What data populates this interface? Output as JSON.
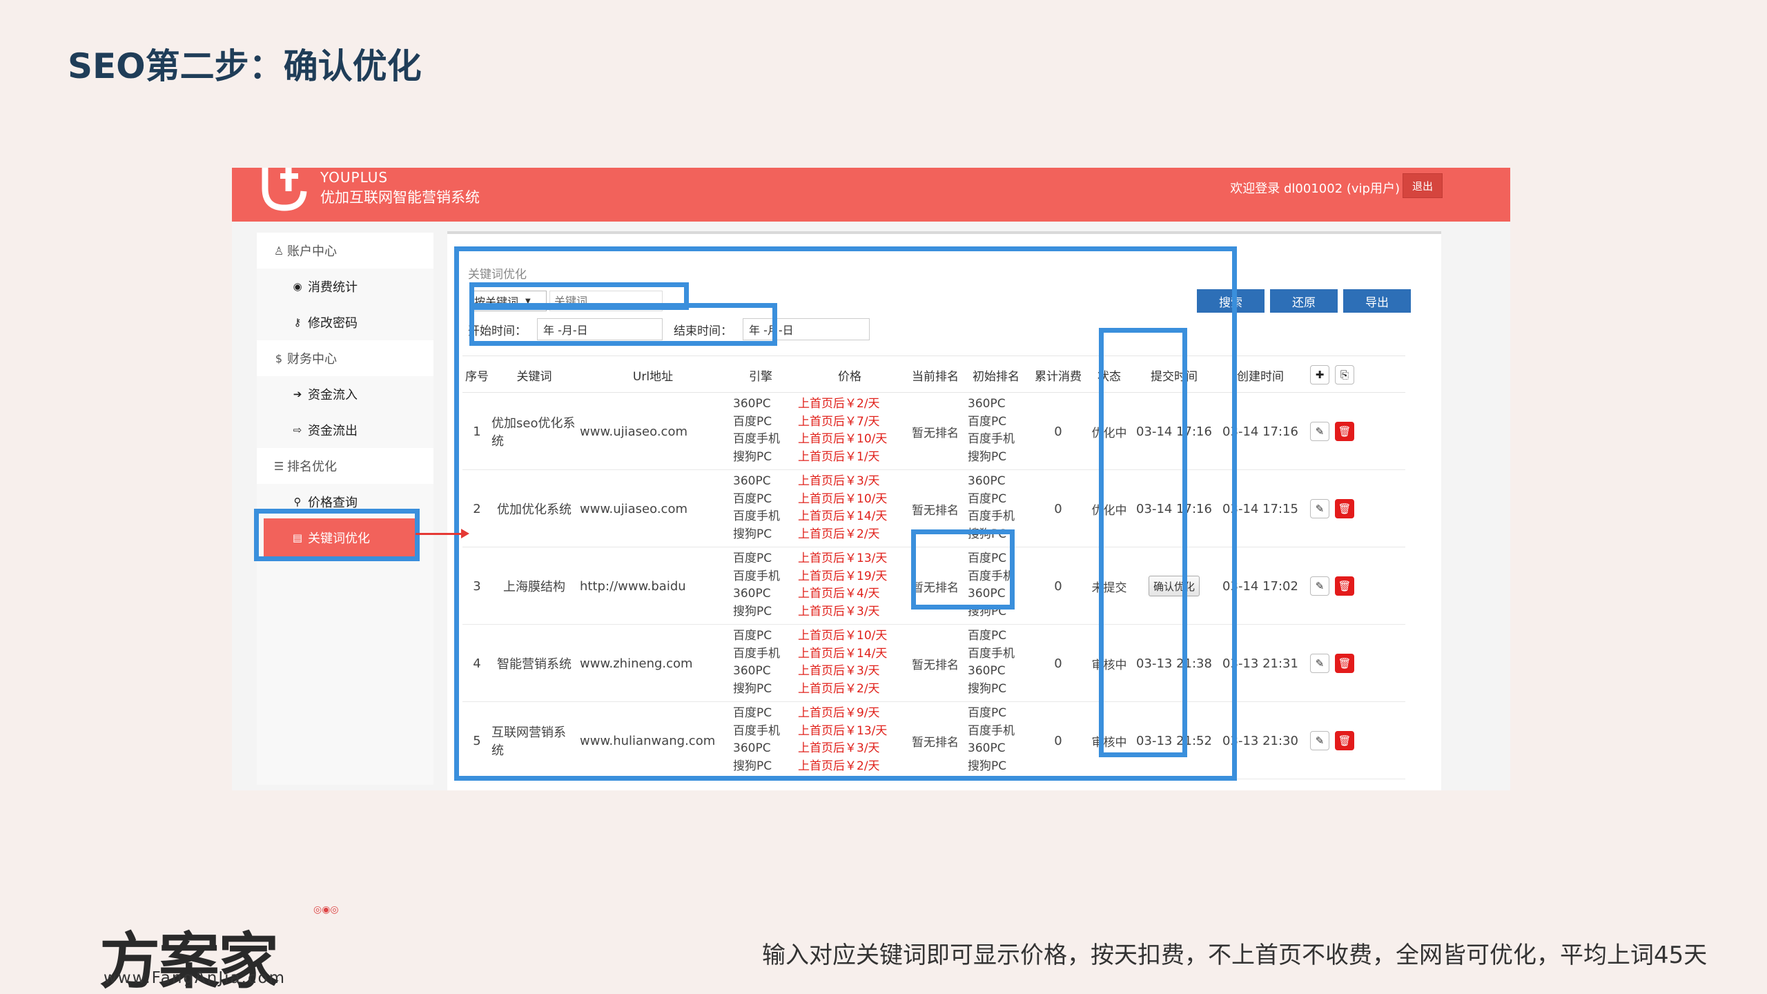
{
  "slide": {
    "title": "SEO第二步：确认优化",
    "caption": "输入对应关键词即可显示价格，按天扣费，不上首页不收费，全网皆可优化，平均上词45天",
    "brand_name": "方案家",
    "brand_url": "www.FangAnJia.com"
  },
  "header": {
    "logo_en": "YOUPLUS",
    "logo_cn": "优加互联网智能营销系统",
    "welcome": "欢迎登录 dl001002 (vip用户)",
    "logout": "退出"
  },
  "sidebar": {
    "groups": [
      {
        "icon": "user-icon",
        "label": "账户中心"
      },
      {
        "icon": "dollar-icon",
        "label": "财务中心"
      },
      {
        "icon": "list-icon",
        "label": "排名优化"
      }
    ],
    "items": [
      {
        "icon": "user-circle-icon",
        "label": "消费统计"
      },
      {
        "icon": "key-icon",
        "label": "修改密码"
      },
      {
        "icon": "sign-in-icon",
        "label": "资金流入"
      },
      {
        "icon": "sign-out-icon",
        "label": "资金流出"
      },
      {
        "icon": "search-icon",
        "label": "价格查询"
      },
      {
        "icon": "list-alt-icon",
        "label": "关键词优化"
      }
    ]
  },
  "panel": {
    "title": "关键词优化",
    "select_value": "按关键词",
    "keyword_placeholder": "关键词",
    "start_label": "开始时间：",
    "start_value": "年 -月-日",
    "end_label": "结束时间：",
    "end_value": "年 -月-日",
    "search_button": "搜索",
    "reset_button": "还原",
    "export_button": "导出"
  },
  "table": {
    "headers": [
      "序号",
      "关键词",
      "Url地址",
      "引擎",
      "价格",
      "当前排名",
      "初始排名",
      "累计消费",
      "状态",
      "提交时间",
      "创建时间"
    ],
    "rows": [
      {
        "no": "1",
        "keyword": "优加seo优化系统",
        "url": "www.ujiaseo.com",
        "engines": [
          "360PC",
          "百度PC",
          "百度手机",
          "搜狗PC"
        ],
        "prices": [
          "上首页后￥2/天",
          "上首页后￥7/天",
          "上首页后￥10/天",
          "上首页后￥1/天"
        ],
        "current": "暂无排名",
        "initial": [
          "360PC",
          "百度PC",
          "百度手机",
          "搜狗PC"
        ],
        "spent": "0",
        "status": "优化中",
        "submit": "03-14 17:16",
        "created": "03-14 17:16"
      },
      {
        "no": "2",
        "keyword": "优加优化系统",
        "url": "www.ujiaseo.com",
        "engines": [
          "360PC",
          "百度PC",
          "百度手机",
          "搜狗PC"
        ],
        "prices": [
          "上首页后￥3/天",
          "上首页后￥10/天",
          "上首页后￥14/天",
          "上首页后￥2/天"
        ],
        "current": "暂无排名",
        "initial": [
          "360PC",
          "百度PC",
          "百度手机",
          "搜狗PC"
        ],
        "spent": "0",
        "status": "优化中",
        "submit": "03-14 17:16",
        "created": "03-14 17:15"
      },
      {
        "no": "3",
        "keyword": "上海膜结构",
        "url": "http://www.baidu",
        "engines": [
          "百度PC",
          "百度手机",
          "360PC",
          "搜狗PC"
        ],
        "prices": [
          "上首页后￥13/天",
          "上首页后￥19/天",
          "上首页后￥4/天",
          "上首页后￥3/天"
        ],
        "current": "暂无排名",
        "initial": [
          "百度PC",
          "百度手机",
          "360PC",
          "搜狗PC"
        ],
        "spent": "0",
        "status": "未提交",
        "submit_button": "确认优化",
        "created": "03-14 17:02"
      },
      {
        "no": "4",
        "keyword": "智能营销系统",
        "url": "www.zhineng.com",
        "engines": [
          "百度PC",
          "百度手机",
          "360PC",
          "搜狗PC"
        ],
        "prices": [
          "上首页后￥10/天",
          "上首页后￥14/天",
          "上首页后￥3/天",
          "上首页后￥2/天"
        ],
        "current": "暂无排名",
        "initial": [
          "百度PC",
          "百度手机",
          "360PC",
          "搜狗PC"
        ],
        "spent": "0",
        "status": "审核中",
        "submit": "03-13 21:38",
        "created": "03-13 21:31"
      },
      {
        "no": "5",
        "keyword": "互联网营销系统",
        "url": "www.hulianwang.com",
        "engines": [
          "百度PC",
          "百度手机",
          "360PC",
          "搜狗PC"
        ],
        "prices": [
          "上首页后￥9/天",
          "上首页后￥13/天",
          "上首页后￥3/天",
          "上首页后￥2/天"
        ],
        "current": "暂无排名",
        "initial": [
          "百度PC",
          "百度手机",
          "360PC",
          "搜狗PC"
        ],
        "spent": "0",
        "status": "审核中",
        "submit": "03-13 21:52",
        "created": "03-13 21:30"
      }
    ]
  },
  "colors": {
    "header": "#f2625b",
    "highlight": "#3a8fdc",
    "button": "#2d6fb7",
    "price": "#e0201a",
    "delete": "#e31b1b"
  }
}
